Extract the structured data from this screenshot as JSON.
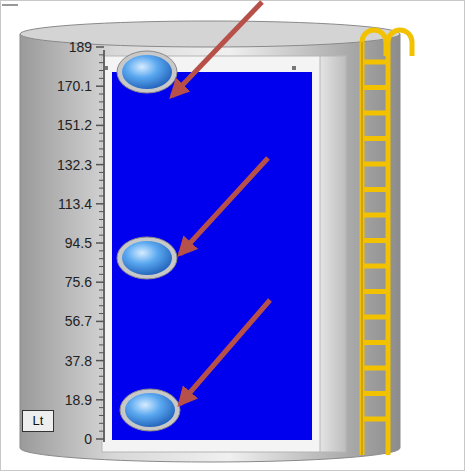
{
  "diagram": {
    "nodes": [
      {
        "text": [
          "Lt"
        ]
      }
    ],
    "labels": [
      "189",
      "170.1",
      "151.2",
      "132.3",
      "113.4",
      "94.5",
      "75.6",
      "56.7",
      "37.8",
      "18.9",
      "0"
    ]
  }
}
